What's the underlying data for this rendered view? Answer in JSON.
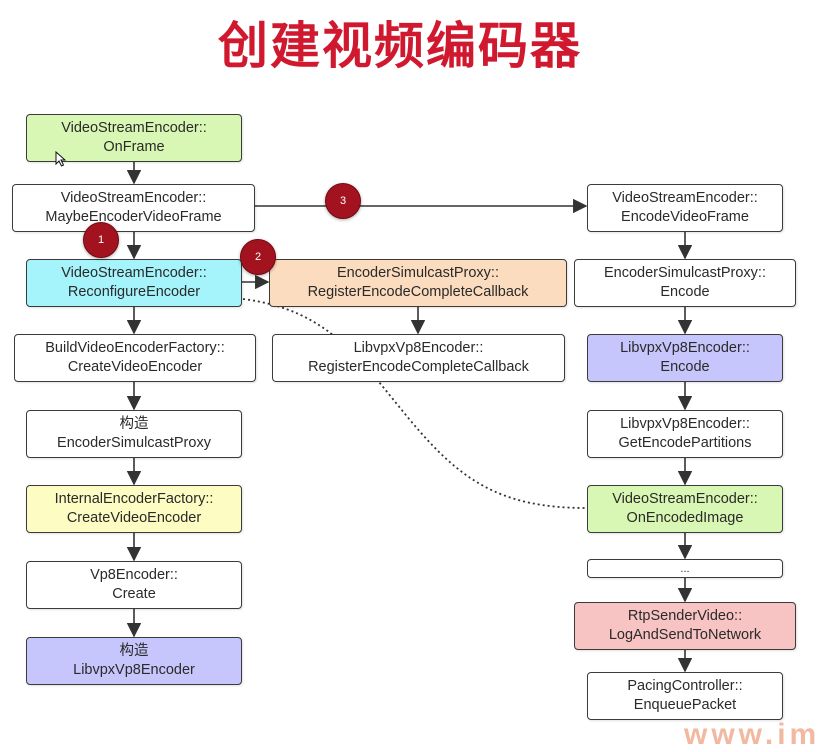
{
  "title": "创建视频编码器",
  "colors": {
    "green": "#d9f7b4",
    "cyan": "#a6f4fb",
    "orange": "#fcdcbf",
    "yellow": "#fdfcc2",
    "purple": "#c6c6fc",
    "pink": "#f8c3c3",
    "white": "#ffffff",
    "badge": "#a3131f",
    "title": "#d0192f"
  },
  "diagram": {
    "nodes": [
      {
        "id": "vse_onframe",
        "text": "VideoStreamEncoder::\nOnFrame",
        "color": "green"
      },
      {
        "id": "vse_maybe",
        "text": "VideoStreamEncoder::\nMaybeEncoderVideoFrame",
        "color": "white"
      },
      {
        "id": "vse_reconfigure",
        "text": "VideoStreamEncoder::\nReconfigureEncoder",
        "color": "cyan"
      },
      {
        "id": "bvef_create",
        "text": "BuildVideoEncoderFactory::\nCreateVideoEncoder",
        "color": "white"
      },
      {
        "id": "construct_esp",
        "text": "构造\nEncoderSimulcastProxy",
        "color": "white"
      },
      {
        "id": "ief_create",
        "text": "InternalEncoderFactory::\nCreateVideoEncoder",
        "color": "yellow"
      },
      {
        "id": "vp8_create",
        "text": "Vp8Encoder::\nCreate",
        "color": "white"
      },
      {
        "id": "construct_libvpx",
        "text": "构造\nLibvpxVp8Encoder",
        "color": "purple"
      },
      {
        "id": "esp_register",
        "text": "EncoderSimulcastProxy::\nRegisterEncodeCompleteCallback",
        "color": "orange"
      },
      {
        "id": "libvpx_register",
        "text": "LibvpxVp8Encoder::\nRegisterEncodeCompleteCallback",
        "color": "white"
      },
      {
        "id": "vse_encodeframe",
        "text": "VideoStreamEncoder::\nEncodeVideoFrame",
        "color": "white"
      },
      {
        "id": "esp_encode",
        "text": "EncoderSimulcastProxy::\nEncode",
        "color": "white"
      },
      {
        "id": "libvpx_encode",
        "text": "LibvpxVp8Encoder::\nEncode",
        "color": "purple"
      },
      {
        "id": "libvpx_partitions",
        "text": "LibvpxVp8Encoder::\nGetEncodePartitions",
        "color": "white"
      },
      {
        "id": "vse_onencoded",
        "text": "VideoStreamEncoder::\nOnEncodedImage",
        "color": "green"
      },
      {
        "id": "ellipsis",
        "text": "...",
        "color": "white"
      },
      {
        "id": "rtp_log",
        "text": "RtpSenderVideo::\nLogAndSendToNetwork",
        "color": "pink"
      },
      {
        "id": "pacing_enqueue",
        "text": "PacingController::\nEnqueuePacket",
        "color": "white"
      }
    ],
    "edges": [
      {
        "from": "vse_onframe",
        "to": "vse_maybe"
      },
      {
        "from": "vse_maybe",
        "to": "vse_reconfigure"
      },
      {
        "from": "vse_reconfigure",
        "to": "bvef_create"
      },
      {
        "from": "bvef_create",
        "to": "construct_esp"
      },
      {
        "from": "construct_esp",
        "to": "ief_create"
      },
      {
        "from": "ief_create",
        "to": "vp8_create"
      },
      {
        "from": "vp8_create",
        "to": "construct_libvpx"
      },
      {
        "from": "vse_reconfigure",
        "to": "esp_register"
      },
      {
        "from": "esp_register",
        "to": "libvpx_register"
      },
      {
        "from": "vse_maybe",
        "to": "vse_encodeframe"
      },
      {
        "from": "vse_encodeframe",
        "to": "esp_encode"
      },
      {
        "from": "esp_encode",
        "to": "libvpx_encode"
      },
      {
        "from": "libvpx_encode",
        "to": "libvpx_partitions"
      },
      {
        "from": "libvpx_partitions",
        "to": "vse_onencoded"
      },
      {
        "from": "vse_onencoded",
        "to": "ellipsis"
      },
      {
        "from": "ellipsis",
        "to": "rtp_log"
      },
      {
        "from": "rtp_log",
        "to": "pacing_enqueue"
      }
    ],
    "dotted_edges": [
      {
        "from": "vse_reconfigure",
        "to": "vse_onencoded"
      }
    ],
    "badges": [
      {
        "id": "badge1",
        "text": "1"
      },
      {
        "id": "badge2",
        "text": "2"
      },
      {
        "id": "badge3",
        "text": "3"
      }
    ]
  },
  "watermark": "www.im"
}
